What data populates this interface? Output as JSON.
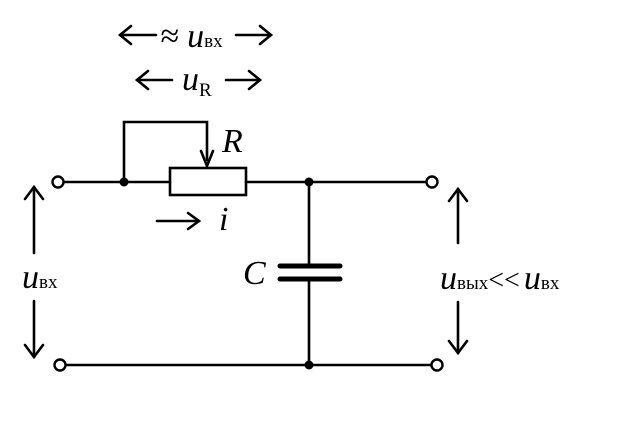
{
  "labels": {
    "top_u": "≈ u",
    "top_sub": "вх",
    "ur_u": "u",
    "ur_sub": "R",
    "resistor": "R",
    "current": "i",
    "capacitor": "C",
    "left_u": "u",
    "left_sub": "вх",
    "right_u1": "u",
    "right_sub1": "вых",
    "right_rel": "<<",
    "right_u2": "u",
    "right_sub2": "вх"
  },
  "colors": {
    "ink": "#000000",
    "background": "#ffffff"
  }
}
